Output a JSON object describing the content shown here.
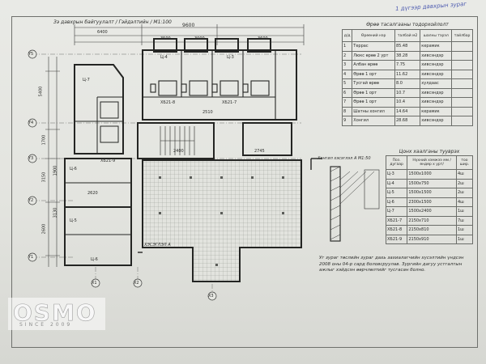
{
  "sheet": {
    "title": "Зэ давхрын байгуулалт / Гэйдэлтийн / М1:100",
    "handwritten_note": "1 дүгээр давхрын зураг",
    "detail_title": "Хонгил хэсэглэл А М1:50",
    "section_label": "ХЭСЭГЛЭЛ А"
  },
  "room_table": {
    "title": "Өрөө тасалгааны тодорхойлолт",
    "headers": [
      "д/д",
      "Өрөөний нэр",
      "талбай м2",
      "шалны тэрэл",
      "тайлбар"
    ],
    "rows": [
      [
        "1",
        "Террас",
        "85.48",
        "керамик",
        ""
      ],
      [
        "2",
        "Люкс өрөө 2 урт",
        "38.28",
        "хивсэндэр",
        ""
      ],
      [
        "3",
        "Албан өрөө",
        "7.75",
        "хивсэндэр",
        ""
      ],
      [
        "4",
        "Өрөө 1 орт",
        "11.62",
        "хивсэндэр",
        ""
      ],
      [
        "5",
        "Тусгай өрөө",
        "8.0",
        "хулдаас",
        ""
      ],
      [
        "6",
        "Өрөө 1 орт",
        "10.7",
        "хивсэндэр",
        ""
      ],
      [
        "7",
        "Өрөө 1 орт",
        "10.4",
        "хивсэндэр",
        ""
      ],
      [
        "8",
        "Шатны хонгил",
        "14.64",
        "керамик",
        ""
      ],
      [
        "9",
        "Хонгил",
        "28.68",
        "хивсэндэр",
        ""
      ]
    ]
  },
  "window_table": {
    "title": "Цонх хаалганы тууврэх",
    "headers": [
      "Поз. дугаар",
      "Нүхний хэмжээ мм /өндөр x урт/",
      "тоо шир."
    ],
    "rows": [
      [
        "Ц-3",
        "1500x1000",
        "4ш"
      ],
      [
        "Ц-4",
        "1500x750",
        "2ш"
      ],
      [
        "Ц-5",
        "1500x1500",
        "2ш"
      ],
      [
        "Ц-6",
        "2300x1500",
        "4ш"
      ],
      [
        "Ц-7",
        "1500x2400",
        "1ш"
      ],
      [
        "ХБ21-7",
        "2150x710",
        "7ш"
      ],
      [
        "ХБ21-8",
        "2150x810",
        "1ш"
      ],
      [
        "ХБ21-9",
        "2150x910",
        "1ш"
      ]
    ]
  },
  "note": {
    "text": "Уг зураг төслийн зураг дахь захиалагчийн хүсэлтийн үндсэн 2008 оны 04-р сард боловсруулав. Зургийн дагуу устгалтын ажлыг хэйдсэн өөрчлөлтийг тусгасан болно."
  },
  "axes": {
    "columns": [
      "X1",
      "X2",
      "X3"
    ],
    "rows": [
      "Y1",
      "Y2",
      "Y3",
      "Y4",
      "Y5"
    ]
  },
  "dimensions": [
    "9600",
    "6400",
    "3500",
    "3000",
    "3600",
    "2400",
    "3150",
    "2600",
    "1900",
    "3130",
    "2620",
    "5400",
    "2745",
    "2510",
    "1700"
  ],
  "plan_labels": [
    "Ц-4",
    "Ц-3",
    "Ц-7",
    "Ц-6",
    "Ц-5",
    "ХБ21-9",
    "ХБ21-8",
    "ХБ21-7",
    "Ц-6"
  ],
  "logo": {
    "main": "OSMO",
    "sub": "SINCE 2009"
  }
}
